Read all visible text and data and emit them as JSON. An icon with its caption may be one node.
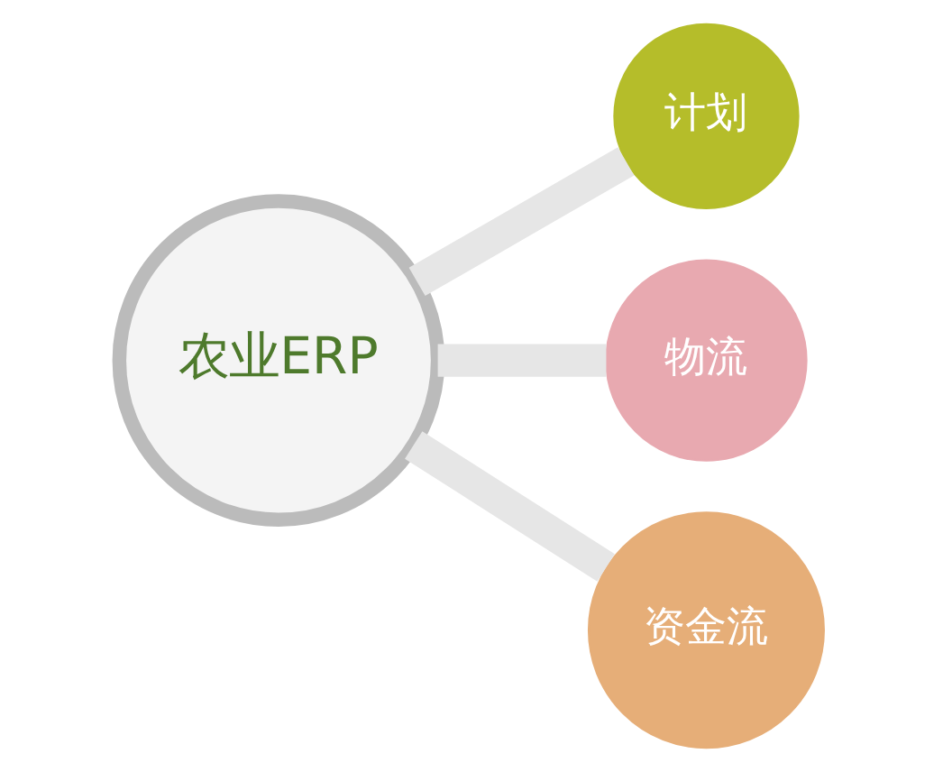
{
  "diagram": {
    "nodes": [
      {
        "text": [
          "农业ERP"
        ]
      },
      {
        "text": [
          "计划"
        ]
      },
      {
        "text": [
          "物流"
        ]
      },
      {
        "text": [
          "资金流"
        ]
      }
    ],
    "edges": [
      {
        "from": 0,
        "to": 1,
        "arrow": "none"
      },
      {
        "from": 0,
        "to": 2,
        "arrow": "none"
      },
      {
        "from": 0,
        "to": 3,
        "arrow": "none"
      }
    ]
  }
}
